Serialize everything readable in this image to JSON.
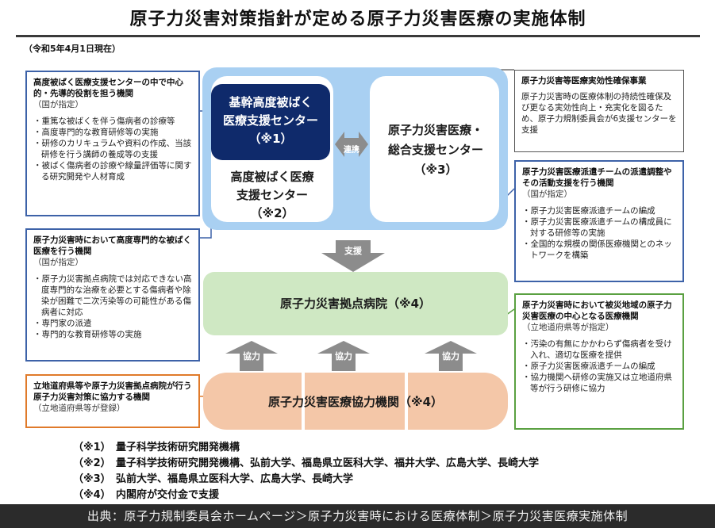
{
  "title": "原子力災害対策指針が定める原子力災害医療の実施体制",
  "date_note": "（令和5年4月1日現在）",
  "left_callouts": [
    {
      "heading": "高度被ばく医療支援センターの中で中心的・先導的役割を担う機関",
      "sub": "（国が指定）",
      "items": [
        "・重篤な被ばくを伴う傷病者の診療等",
        "・高度専門的な教育研修等の実施",
        "・研修のカリキュラムや資料の作成、当該研修を行う講師の養成等の支援",
        "・被ばく傷病者の診療や線量評価等に関する研究開発や人材育成"
      ]
    },
    {
      "heading": "原子力災害時において高度専門的な被ばく医療を行う機関",
      "sub": "（国が指定）",
      "items": [
        "・原子力災害拠点病院では対応できない高度専門的な治療を必要とする傷病者や除染が困難で二次汚染等の可能性がある傷病者に対応",
        "・専門家の派遣",
        "・専門的な教育研修等の実施"
      ]
    },
    {
      "heading": "立地道府県等や原子力災害拠点病院が行う原子力災害対策に協力する機関",
      "sub": "（立地道府県等が登録）",
      "items": []
    }
  ],
  "right_callouts": [
    {
      "heading": "原子力災害等医療実効性確保事業",
      "body": "原子力災害時の医療体制の持続性確保及び更なる実効性向上・充実化を図るため、原子力規制委員会が6支援センターを支援"
    },
    {
      "heading": "原子力災害医療派遣チームの派遣調整やその活動支援を行う機関",
      "sub": "（国が指定）",
      "items": [
        "・原子力災害医療派遣チームの編成",
        "・原子力災害医療派遣チームの構成員に対する研修等の実施",
        "・全国的な規模の関係医療機関とのネットワークを構築"
      ]
    },
    {
      "heading": "原子力災害時において被災地域の原子力災害医療の中心となる医療機関",
      "sub": "（立地道府県等が指定）",
      "items": [
        "・汚染の有無にかかわらず傷病者を受け入れ、適切な医療を提供",
        "・原子力災害医療派遣チームの編成",
        "・協力機関へ研修の実施又は立地道府県等が行う研修に協力"
      ]
    }
  ],
  "center": {
    "kikan_center": "基幹高度被ばく医療支援センター（※1）",
    "kikan_lines": [
      "基幹高度被ばく",
      "医療支援センター",
      "（※1）"
    ],
    "koudo_lines": [
      "高度被ばく医療",
      "支援センター",
      "（※2）"
    ],
    "sogo_lines": [
      "原子力災害医療・",
      "総合支援センター",
      "（※3）"
    ],
    "renkei": "連携",
    "shien": "支援",
    "kyoten": "原子力災害拠点病院（※4）",
    "kyoryoku_labels": [
      "協力",
      "協力",
      "協力"
    ],
    "kyoryoku_kikan": "原子力災害医療協力機関（※4）"
  },
  "footnotes": [
    {
      "mark": "（※1）",
      "text": "量子科学技術研究開発機構"
    },
    {
      "mark": "（※2）",
      "text": "量子科学技術研究開発機構、弘前大学、福島県立医科大学、福井大学、広島大学、長崎大学"
    },
    {
      "mark": "（※3）",
      "text": "弘前大学、福島県立医科大学、広島大学、長崎大学"
    },
    {
      "mark": "（※4）",
      "text": "内閣府が交付金で支援"
    }
  ],
  "source": "出典：原子力規制委員会ホームページ＞原子力災害時における医療体制＞原子力災害医療実施体制",
  "colors": {
    "navy": "#0f2a6b",
    "light_blue": "#a9d0f2",
    "green": "#cfe8c3",
    "peach": "#f4c7a8",
    "callout_blue": "#3d62a8",
    "callout_orange": "#e07a2a",
    "callout_green": "#5aa041",
    "arrow_gray": "#8c8c8c"
  }
}
